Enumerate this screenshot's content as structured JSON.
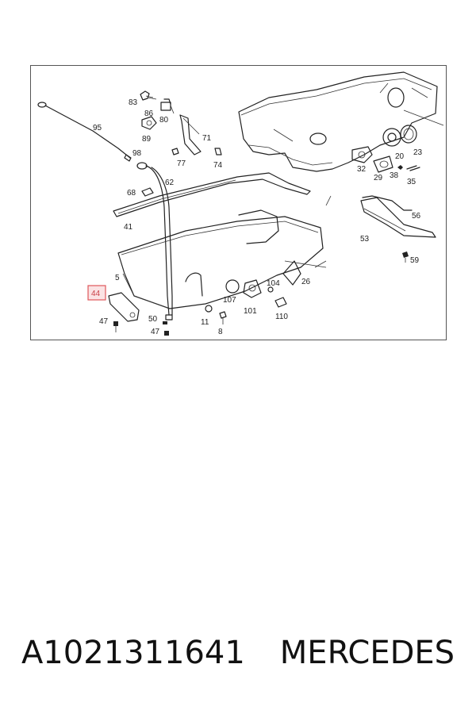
{
  "diagram": {
    "highlighted_label": "44",
    "labels": [
      {
        "id": "83",
        "text": "83"
      },
      {
        "id": "86",
        "text": "86"
      },
      {
        "id": "80",
        "text": "80"
      },
      {
        "id": "89",
        "text": "89"
      },
      {
        "id": "71",
        "text": "71"
      },
      {
        "id": "77",
        "text": "77"
      },
      {
        "id": "74",
        "text": "74"
      },
      {
        "id": "95",
        "text": "95"
      },
      {
        "id": "98",
        "text": "98"
      },
      {
        "id": "62",
        "text": "62"
      },
      {
        "id": "68",
        "text": "68"
      },
      {
        "id": "41",
        "text": "41"
      },
      {
        "id": "5",
        "text": "5"
      },
      {
        "id": "47a",
        "text": "47"
      },
      {
        "id": "50",
        "text": "50"
      },
      {
        "id": "47b",
        "text": "47"
      },
      {
        "id": "11",
        "text": "11"
      },
      {
        "id": "8",
        "text": "8"
      },
      {
        "id": "107",
        "text": "107"
      },
      {
        "id": "101",
        "text": "101"
      },
      {
        "id": "104",
        "text": "104"
      },
      {
        "id": "110",
        "text": "110"
      },
      {
        "id": "26",
        "text": "26"
      },
      {
        "id": "20",
        "text": "20"
      },
      {
        "id": "23",
        "text": "23"
      },
      {
        "id": "32",
        "text": "32"
      },
      {
        "id": "29",
        "text": "29"
      },
      {
        "id": "38",
        "text": "38"
      },
      {
        "id": "35",
        "text": "35"
      },
      {
        "id": "56",
        "text": "56"
      },
      {
        "id": "53",
        "text": "53"
      },
      {
        "id": "59",
        "text": "59"
      }
    ]
  },
  "footer": {
    "part_number": "A1021311641",
    "brand": "MERCEDES"
  },
  "colors": {
    "highlight_border": "#e0575b",
    "highlight_fill": "#fbe3e4",
    "line": "#222222"
  }
}
